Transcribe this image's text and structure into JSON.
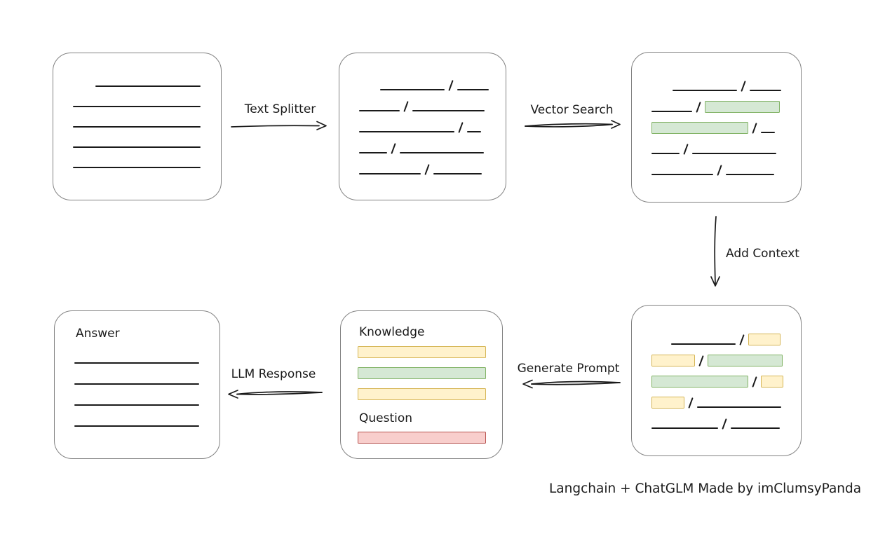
{
  "caption": "Langchain + ChatGLM Made by imClumsyPanda",
  "colors": {
    "line": "#1a1a1a",
    "box_border": "#828282",
    "green_fill": "#d5e8d4",
    "green_border": "#82b366",
    "yellow_fill": "#fff2cc",
    "yellow_border": "#d6b656",
    "red_fill": "#f8cecc",
    "red_border": "#b85450"
  },
  "arrows": {
    "text_splitter": "Text Splitter",
    "vector_search": "Vector Search",
    "add_context": "Add Context",
    "generate_prompt": "Generate Prompt",
    "llm_response": "LLM Response"
  },
  "source_document": {
    "lines": [
      {
        "w": 150,
        "indent": 32
      },
      {
        "w": 182
      },
      {
        "w": 182
      },
      {
        "w": 182
      },
      {
        "w": 182
      }
    ]
  },
  "split_chunks": {
    "rows": [
      [
        {
          "t": "line",
          "w": 92,
          "indent": 30
        },
        {
          "t": "slash"
        },
        {
          "t": "line",
          "w": 45
        }
      ],
      [
        {
          "t": "line",
          "w": 58
        },
        {
          "t": "slash"
        },
        {
          "t": "line",
          "w": 103
        }
      ],
      [
        {
          "t": "line",
          "w": 136
        },
        {
          "t": "slash"
        },
        {
          "t": "line",
          "w": 20
        }
      ],
      [
        {
          "t": "line",
          "w": 40
        },
        {
          "t": "slash"
        },
        {
          "t": "line",
          "w": 120
        }
      ],
      [
        {
          "t": "line",
          "w": 88
        },
        {
          "t": "slash"
        },
        {
          "t": "line",
          "w": 69
        }
      ]
    ]
  },
  "vector_results": {
    "rows": [
      [
        {
          "t": "line",
          "w": 92,
          "indent": 30
        },
        {
          "t": "slash"
        },
        {
          "t": "line",
          "w": 45
        }
      ],
      [
        {
          "t": "line",
          "w": 58
        },
        {
          "t": "slash"
        },
        {
          "t": "rect",
          "c": "green",
          "w": 107
        }
      ],
      [
        {
          "t": "rect",
          "c": "green",
          "w": 138
        },
        {
          "t": "slash"
        },
        {
          "t": "line",
          "w": 20
        }
      ],
      [
        {
          "t": "line",
          "w": 40
        },
        {
          "t": "slash"
        },
        {
          "t": "line",
          "w": 120
        }
      ],
      [
        {
          "t": "line",
          "w": 88
        },
        {
          "t": "slash"
        },
        {
          "t": "line",
          "w": 69
        }
      ]
    ]
  },
  "context_chunks": {
    "rows": [
      [
        {
          "t": "line",
          "w": 92,
          "indent": 28
        },
        {
          "t": "slash"
        },
        {
          "t": "rect",
          "c": "yellow",
          "w": 46
        }
      ],
      [
        {
          "t": "rect",
          "c": "yellow",
          "w": 62
        },
        {
          "t": "slash"
        },
        {
          "t": "rect",
          "c": "green",
          "w": 107
        }
      ],
      [
        {
          "t": "rect",
          "c": "green",
          "w": 138
        },
        {
          "t": "slash"
        },
        {
          "t": "rect",
          "c": "yellow",
          "w": 32
        }
      ],
      [
        {
          "t": "rect",
          "c": "yellow",
          "w": 47
        },
        {
          "t": "slash"
        },
        {
          "t": "line",
          "w": 120
        }
      ],
      [
        {
          "t": "line",
          "w": 95
        },
        {
          "t": "slash"
        },
        {
          "t": "line",
          "w": 70
        }
      ]
    ]
  },
  "prompt": {
    "knowledge_label": "Knowledge",
    "question_label": "Question",
    "knowledge_bars": [
      {
        "c": "yellow"
      },
      {
        "c": "green"
      },
      {
        "c": "yellow"
      }
    ],
    "question_bars": [
      {
        "c": "red"
      }
    ]
  },
  "answer": {
    "title": "Answer",
    "lines": [
      {
        "w": 178
      },
      {
        "w": 178
      },
      {
        "w": 178
      },
      {
        "w": 178
      }
    ]
  }
}
